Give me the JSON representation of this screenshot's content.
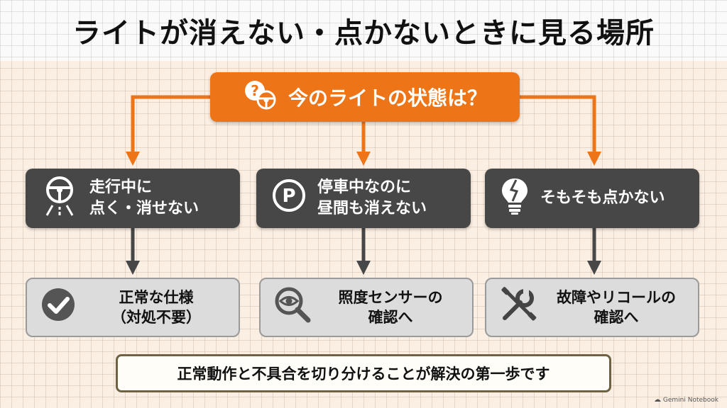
{
  "title": "ライトが消えない・点かないときに見る場所",
  "root": {
    "label": "今のライトの状態は？",
    "icon": "question-steering-icon"
  },
  "branches": [
    {
      "condition": {
        "lines": [
          "走行中に",
          "点く・消せない"
        ],
        "icon": "steering-road-icon"
      },
      "action": {
        "lines": [
          "正常な仕様",
          "（対処不要）"
        ],
        "icon": "check-circle-icon"
      }
    },
    {
      "condition": {
        "lines": [
          "停車中なのに",
          "昼間も消えない"
        ],
        "icon": "parking-icon"
      },
      "action": {
        "lines": [
          "照度センサーの",
          "確認へ"
        ],
        "icon": "magnifier-eye-icon"
      }
    },
    {
      "condition": {
        "lines": [
          "そもそも点かない"
        ],
        "icon": "broken-bulb-icon"
      },
      "action": {
        "lines": [
          "故障やリコールの",
          "確認へ"
        ],
        "icon": "tools-icon"
      }
    }
  ],
  "footer": "正常動作と不具合を切り分けることが解決の第一歩です",
  "watermark": "Gemini Notebook",
  "colors": {
    "root": "#ee7418",
    "condition": "#474747",
    "action": "#dcdcdc",
    "footer_border": "#6e6242"
  }
}
